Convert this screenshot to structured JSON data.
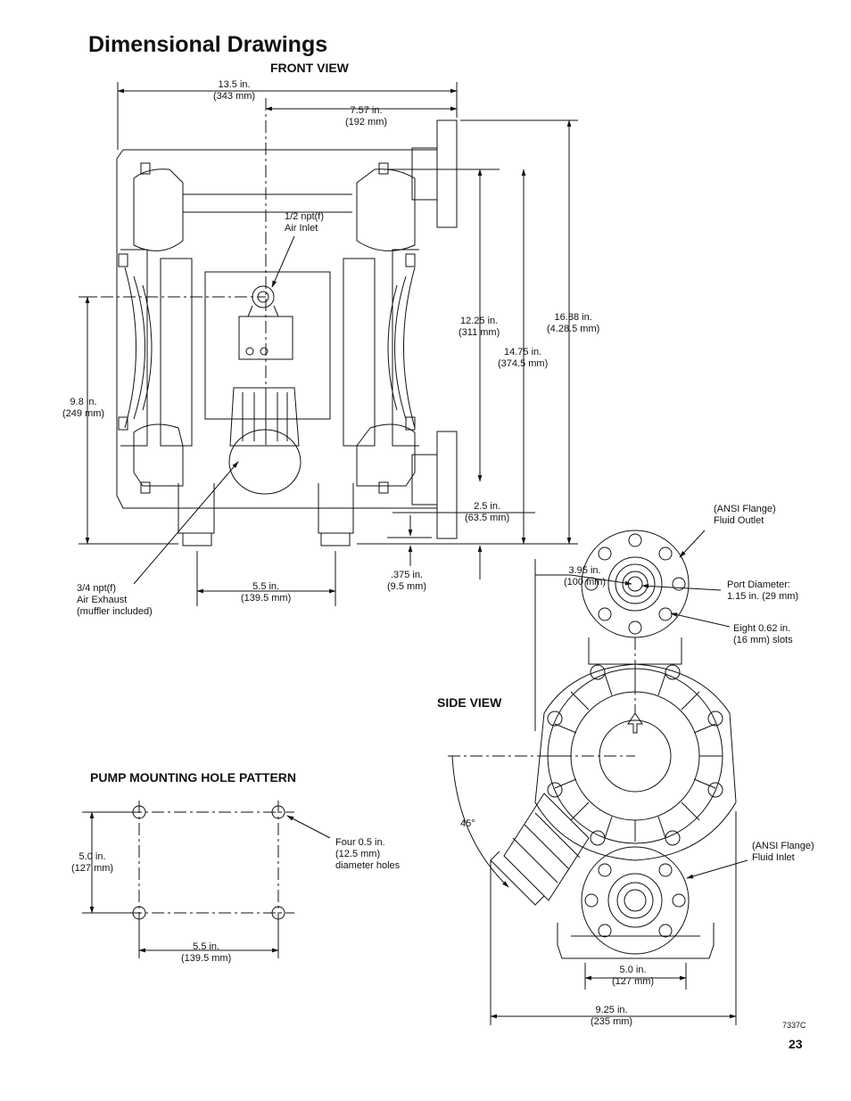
{
  "page": {
    "title": "Dimensional Drawings",
    "page_number": "23",
    "figure_id": "7337C"
  },
  "front_view": {
    "heading": "FRONT VIEW",
    "dims": {
      "overall_width": [
        "13.5 in.",
        "(343 mm)"
      ],
      "center_to_flange": [
        "7.57 in.",
        "(192 mm)"
      ],
      "air_inlet": [
        "1/2 npt(f)",
        "Air Inlet"
      ],
      "inlet_height": [
        "9.8 in.",
        "(249 mm)"
      ],
      "flange_spacing": [
        "12.25 in.",
        "(311 mm)"
      ],
      "outlet_height": [
        "14.75 in.",
        "(374.5 mm)"
      ],
      "overall_height": [
        "16.88 in.",
        "(4.28.5 mm)"
      ],
      "fluid_inlet_height": [
        "2.5 in.",
        "(63.5 mm)"
      ],
      "foot_thickness": [
        ".375 in.",
        "(9.5 mm)"
      ],
      "foot_spacing": [
        "5.5 in.",
        "(139.5 mm)"
      ],
      "air_exhaust": [
        "3/4 npt(f)",
        "Air Exhaust",
        "(muffler included)"
      ]
    }
  },
  "side_view": {
    "heading": "SIDE VIEW",
    "dims": {
      "fluid_outlet": [
        "(ANSI Flange)",
        "Fluid Outlet"
      ],
      "outlet_offset": [
        "3.95 in.",
        "(100 mm)"
      ],
      "port_diameter": [
        "Port Diameter:",
        "1.15 in. (29 mm)"
      ],
      "slots": [
        "Eight 0.62 in.",
        "(16 mm) slots"
      ],
      "angle": "45°",
      "fluid_inlet": [
        "(ANSI Flange)",
        "Fluid Inlet"
      ],
      "base_width": [
        "5.0 in.",
        "(127 mm)"
      ],
      "overall_depth": [
        "9.25 in.",
        "(235 mm)"
      ]
    }
  },
  "mounting": {
    "heading": "PUMP MOUNTING HOLE PATTERN",
    "dims": {
      "vertical": [
        "5.0 in.",
        "(127 mm)"
      ],
      "holes": [
        "Four 0.5 in.",
        "(12.5 mm)",
        "diameter holes"
      ],
      "horizontal": [
        "5.5 in.",
        "(139.5 mm)"
      ]
    }
  }
}
